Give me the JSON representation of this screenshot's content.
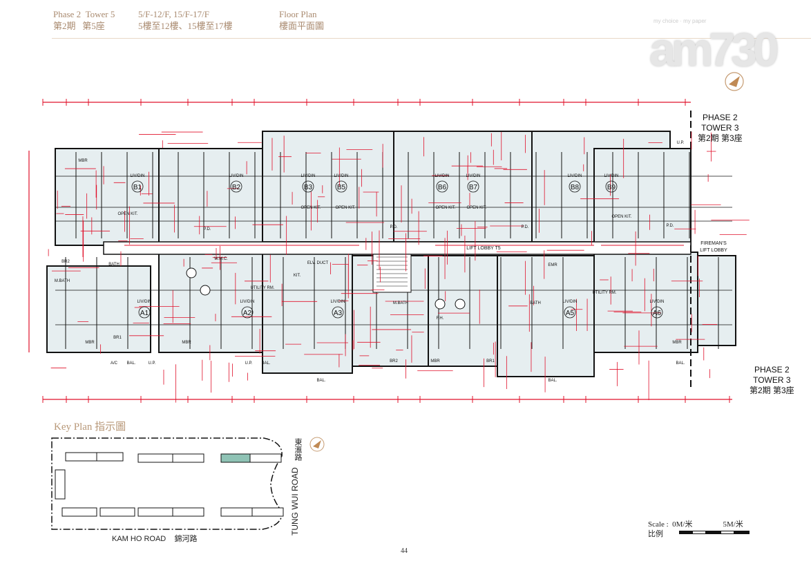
{
  "header": {
    "phase_en": "Phase 2",
    "tower_en": "Tower 5",
    "phase_zh": "第2期",
    "tower_zh": "第5座",
    "floors_en": "5/F-12/F, 15/F-17/F",
    "floors_zh": "5樓至12樓、15樓至17樓",
    "title_en": "Floor Plan",
    "title_zh": "樓面平面圖"
  },
  "logo": {
    "tagline": "my choice · my paper",
    "text": "am730"
  },
  "plan": {
    "units_upper": [
      "B1",
      "B2",
      "B3",
      "B5",
      "B6",
      "B7",
      "B8",
      "B9"
    ],
    "units_lower": [
      "A1",
      "A2",
      "A3",
      "A5",
      "A6"
    ],
    "liv_din": "LIV/DIN",
    "lift_lobby": "LIFT LOBBY T5",
    "fireman_lobby": "FIREMAN'S LIFT LOBBY",
    "rooms": [
      "MBR",
      "BR1",
      "BR2",
      "BATH",
      "M.BATH",
      "KIT.",
      "OPEN KIT.",
      "P.D.",
      "BAL.",
      "U.P.",
      "A/C",
      "UTILITY RM.",
      "EMR",
      "ELV. DUCT",
      "W.M.C.",
      "F.H."
    ]
  },
  "neighbour_notes": [
    {
      "en1": "PHASE 2",
      "en2": "TOWER  3",
      "zh": "第2期 第3座"
    },
    {
      "en1": "PHASE 2",
      "en2": "TOWER  3",
      "zh": "第2期 第3座"
    }
  ],
  "key_plan": {
    "title": "Key Plan 指示圖",
    "road_south_en": "KAM HO ROAD",
    "road_south_zh": "錦河路",
    "road_east_en": "TUNG WUI ROAD",
    "road_east_zh": "東滙路",
    "highlight_color": "#8fc3b5"
  },
  "scale": {
    "label": "Scale :",
    "label_zh": "比例",
    "start": "0M/米",
    "end": "5M/米"
  },
  "page_number": "44",
  "colors": {
    "dimension": "#e0102a",
    "header": "#a98a6f",
    "room_fill": "#e6eef0"
  }
}
